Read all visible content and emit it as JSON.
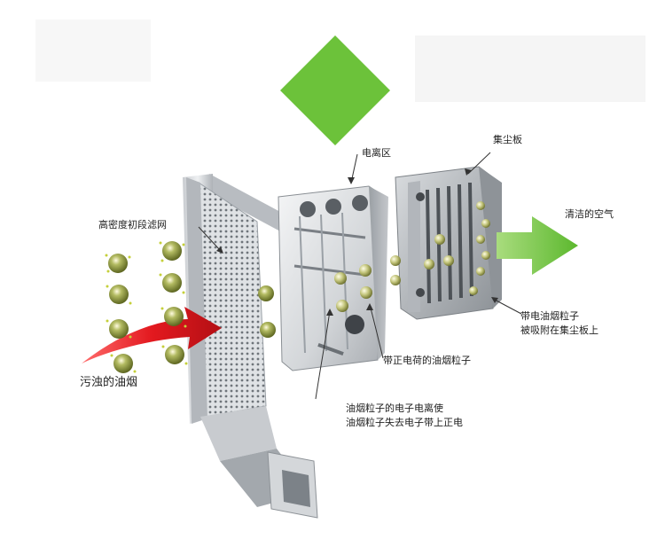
{
  "labels": {
    "ionization_zone": "电离区",
    "collector_plate": "集尘板",
    "clean_air": "清洁的空气",
    "prefilter": "高密度初段滤网",
    "charged_particles_line1": "带电油烟粒子",
    "charged_particles_line2": "被吸附在集尘板上",
    "positive_particles": "带正电荷的油烟粒子",
    "ionization_note_line1": "油烟粒子的电子电离使",
    "ionization_note_line2": "油烟粒子失去电子带上正电",
    "dirty_smoke": "污浊的油烟"
  },
  "colors": {
    "green": "#6cc23a",
    "red": "#e3191f",
    "metal_light": "#e6e8ea",
    "metal_dark": "#8a8f94",
    "particle": "#8c9a3c"
  }
}
